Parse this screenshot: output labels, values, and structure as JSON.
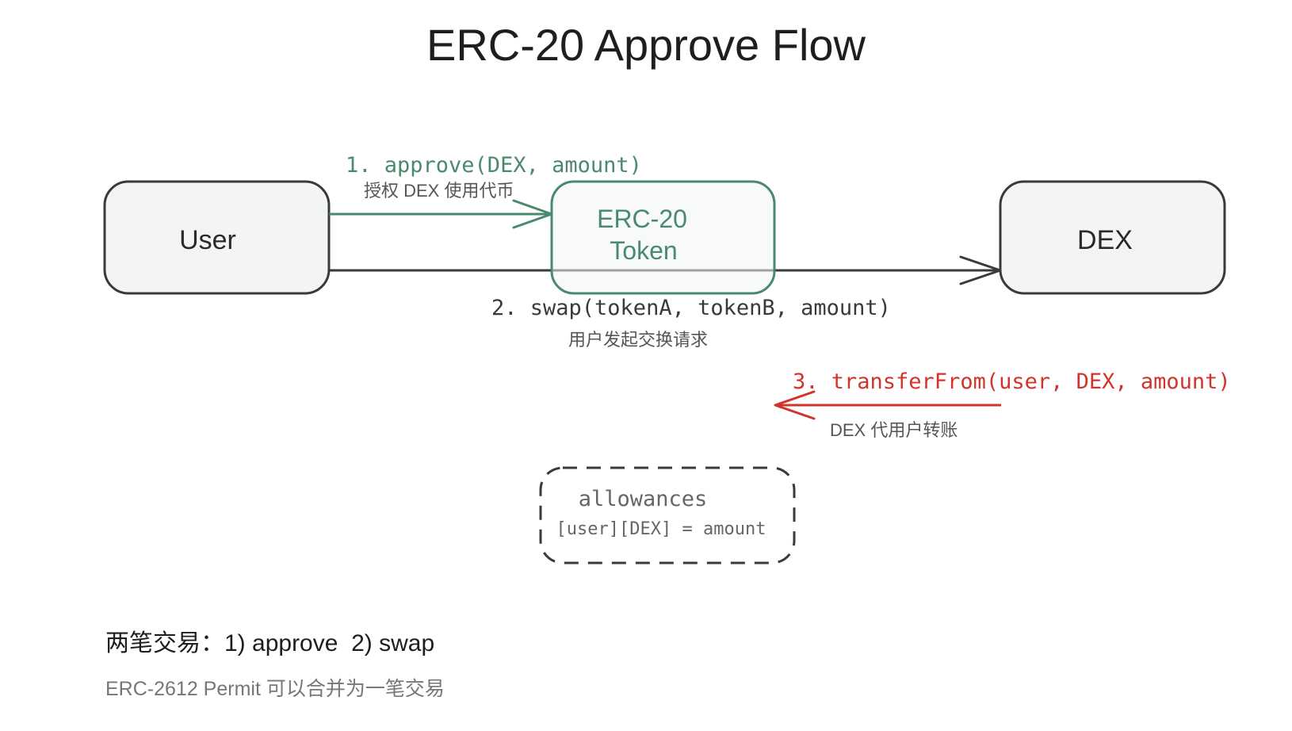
{
  "title": "ERC-20 Approve Flow",
  "nodes": {
    "user": {
      "label": "User"
    },
    "token": {
      "line1": "ERC-20",
      "line2": "Token"
    },
    "dex": {
      "label": "DEX"
    }
  },
  "edges": {
    "approve": {
      "call": "1. approve(DEX, amount)",
      "note": "授权 DEX 使用代币"
    },
    "swap": {
      "call": "2. swap(tokenA, tokenB, amount)",
      "note": "用户发起交换请求"
    },
    "transfer": {
      "call": "3. transferFrom(user, DEX, amount)",
      "note": "DEX 代用户转账"
    }
  },
  "storage": {
    "line1": "allowances",
    "line2": "[user][DEX] = amount"
  },
  "footer": {
    "summary": "两笔交易：1) approve  2) swap",
    "note": "ERC-2612 Permit 可以合并为一笔交易"
  },
  "colors": {
    "green": "#4a8a6c",
    "red": "#d2332b",
    "dark": "#3a3a3a",
    "node_fill": "#f3f4f5",
    "muted": "#666666"
  }
}
